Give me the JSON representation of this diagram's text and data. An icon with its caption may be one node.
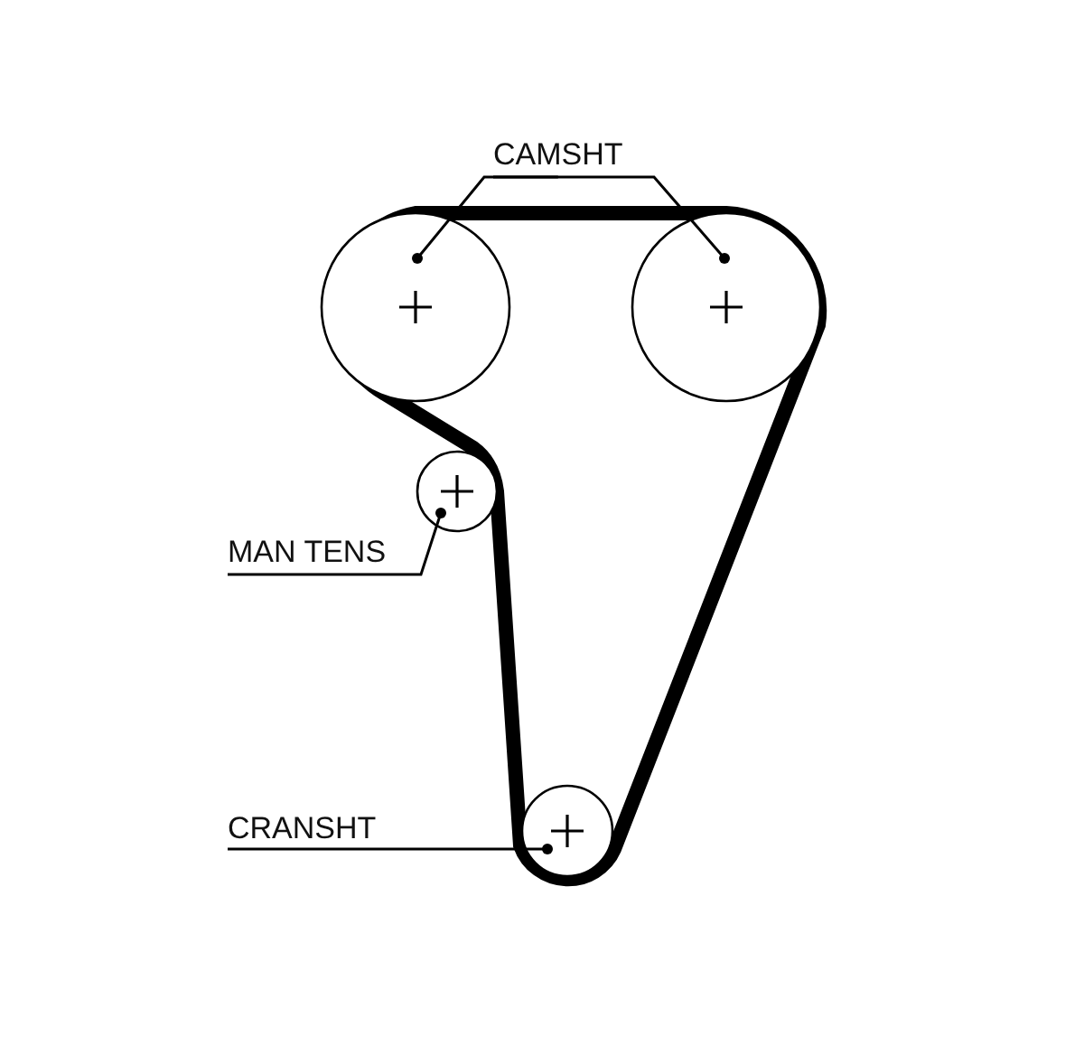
{
  "diagram": {
    "nodes": [
      {
        "text": [
          "CAMSHT"
        ]
      },
      {
        "text": [],
        "shape": "circle"
      },
      {
        "text": [],
        "shape": "circle"
      },
      {
        "text": [
          "MAN TENS"
        ]
      },
      {
        "text": [],
        "shape": "circle"
      },
      {
        "text": [
          "CRANSHT"
        ]
      },
      {
        "text": [],
        "shape": "circle"
      }
    ],
    "edges": [
      {
        "from": 0,
        "to": 1,
        "arrow": "other"
      },
      {
        "from": 0,
        "to": 2,
        "arrow": "other"
      },
      {
        "from": 3,
        "to": 4,
        "arrow": "other"
      },
      {
        "from": 5,
        "to": 6,
        "arrow": "other"
      }
    ]
  }
}
